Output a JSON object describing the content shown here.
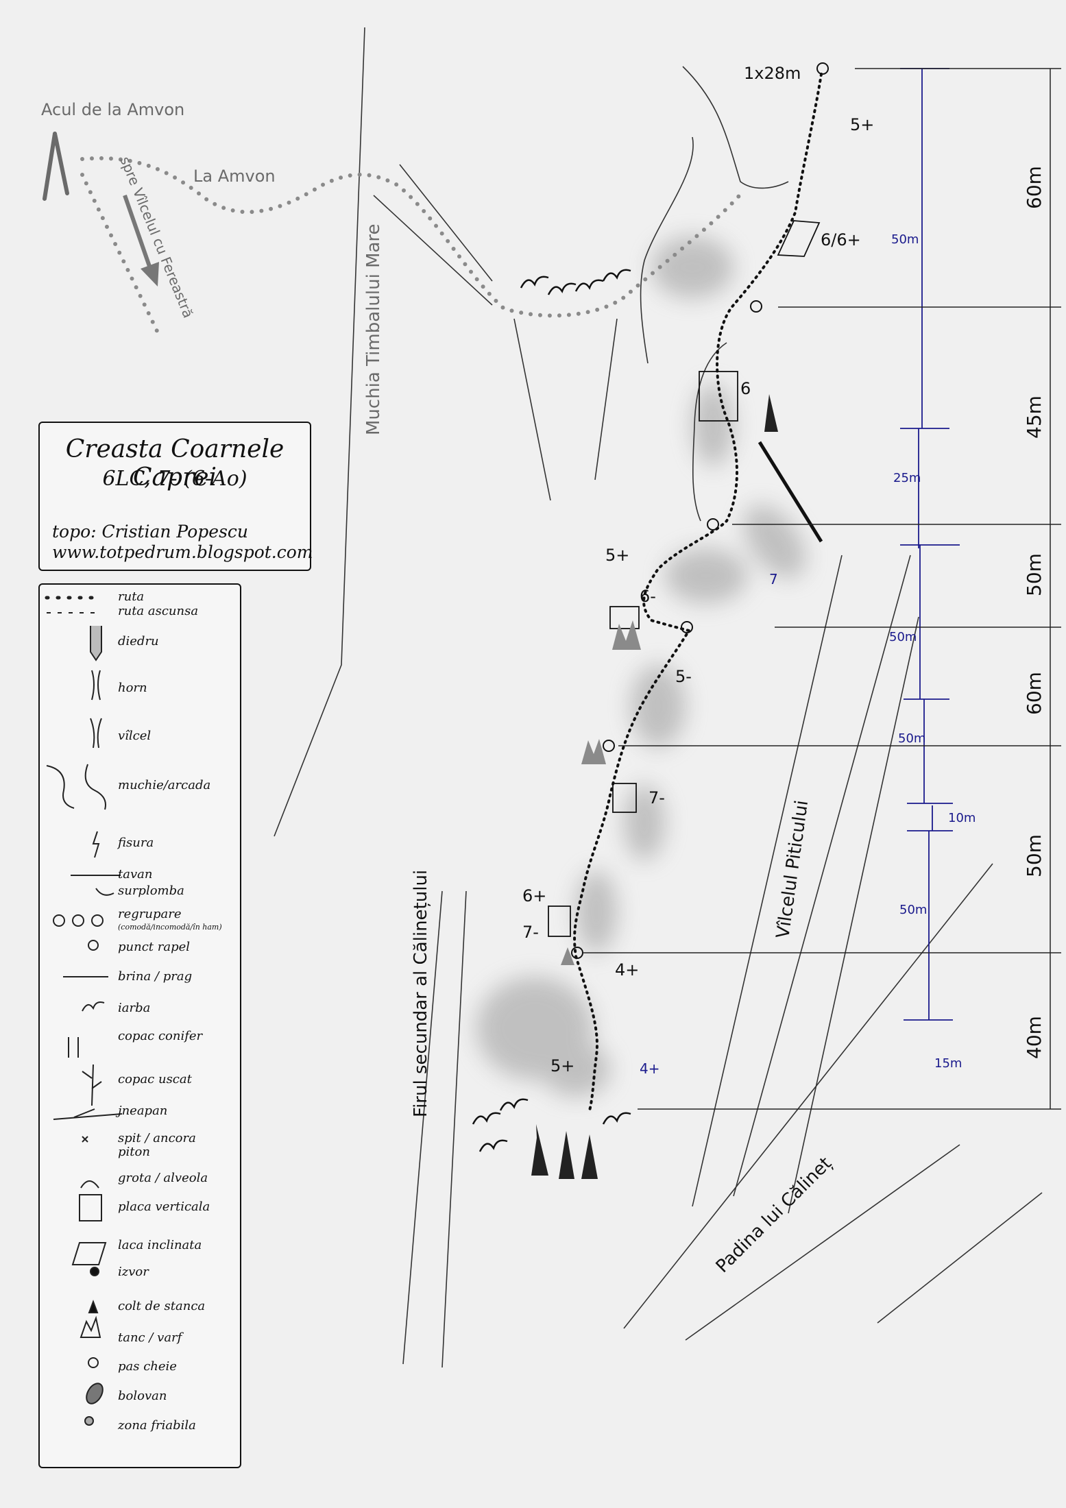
{
  "title": {
    "route_name": "Creasta Coarnele Caprei",
    "grade": "6LC, 7- (6-Ao)",
    "author": "topo: Cristian Popescu",
    "website": "www.totpedrum.blogspot.com"
  },
  "places": {
    "acul": "Acul de la Amvon",
    "la_amvon": "La Amvon",
    "spre_vilcelul": "spre Vîlcelul cu Fereastră",
    "muchia": "Muchia Timbalului Mare",
    "firul_secundar": "Firul secundar al Călinețului",
    "vilcelul_piticului": "Vîlcelul Piticului",
    "padina": "Padina lui Călineț"
  },
  "grades": {
    "g_5p_top": "5+",
    "g_6_6p": "6/6+",
    "g_6": "6",
    "g_5p_mid": "5+",
    "g_6m": "6-",
    "g_7": "7",
    "g_5m": "5-",
    "g_7m_a": "7-",
    "g_6p": "6+",
    "g_7m_b": "7-",
    "g_4p": "4+",
    "g_5p_low": "5+",
    "g_4p_alt": "4+"
  },
  "rappel": "1x28m",
  "pitch_lengths": [
    "60m",
    "45m",
    "50m",
    "60m",
    "50m",
    "40m"
  ],
  "blue_lengths": [
    "50m",
    "25m",
    "50m",
    "50m",
    "10m",
    "50m",
    "15m"
  ],
  "legend": [
    {
      "icon": "route-dots-icon",
      "label": "ruta"
    },
    {
      "icon": "hidden-route-icon",
      "label": "ruta ascunsa"
    },
    {
      "icon": "dihedral-icon",
      "label": "diedru"
    },
    {
      "icon": "chimney-icon",
      "label": "horn"
    },
    {
      "icon": "gully-icon",
      "label": "vîlcel"
    },
    {
      "icon": "ridge-arch-icon",
      "label": "muchie/arcada"
    },
    {
      "icon": "crack-icon",
      "label": "fisura"
    },
    {
      "icon": "roof-icon",
      "label": "tavan"
    },
    {
      "icon": "overhang-icon",
      "label": "surplomba"
    },
    {
      "icon": "belay-icon",
      "label": "regrupare",
      "sub": "(comodă/incomodă/în ham)"
    },
    {
      "icon": "rappel-point-icon",
      "label": "punct rapel"
    },
    {
      "icon": "ledge-icon",
      "label": "brina / prag"
    },
    {
      "icon": "grass-icon",
      "label": "iarba"
    },
    {
      "icon": "tree-icon",
      "label": "copac  conifer"
    },
    {
      "icon": "dead-tree-icon",
      "label": "copac uscat"
    },
    {
      "icon": "dwarf-pine-icon",
      "label": "jneapan"
    },
    {
      "icon": "bolt-icon",
      "label": "spit / ancora",
      "sub2": "piton"
    },
    {
      "icon": "cave-icon",
      "label": "grota / alveola"
    },
    {
      "icon": "vertical-slab-icon",
      "label": "placa verticala"
    },
    {
      "icon": "inclined-slab-icon",
      "label": "laca inclinata"
    },
    {
      "icon": "spring-icon",
      "label": "izvor"
    },
    {
      "icon": "rock-spike-icon",
      "label": "colt de stanca"
    },
    {
      "icon": "tower-icon",
      "label": "tanc / varf"
    },
    {
      "icon": "key-pass-icon",
      "label": "pas cheie"
    },
    {
      "icon": "boulder-icon",
      "label": "bolovan"
    },
    {
      "icon": "loose-rock-icon",
      "label": "zona friabila"
    }
  ],
  "colors": {
    "background": "#f0f0f0",
    "ink": "#111111",
    "route_line": "#222222",
    "blue_measure": "#1a1a8c",
    "piton_brown": "#b5521b",
    "label_grey": "#6a6a6a"
  }
}
